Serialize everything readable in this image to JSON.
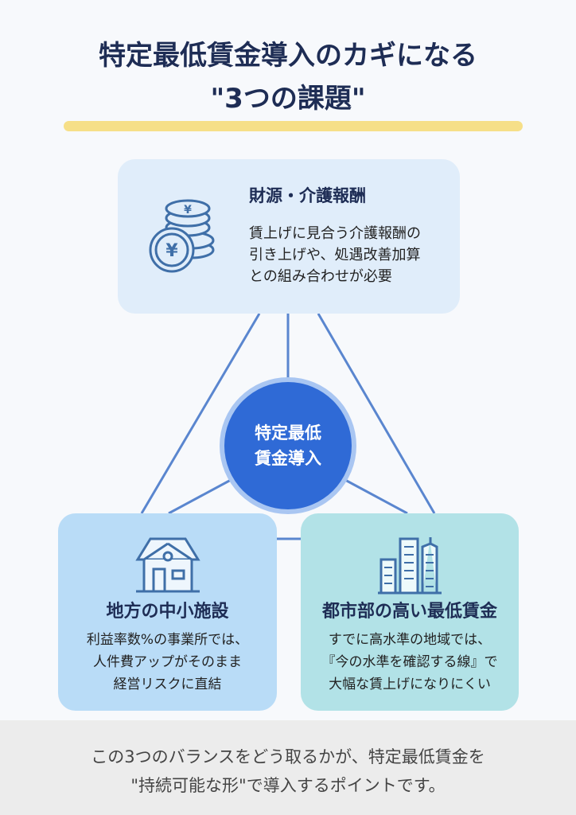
{
  "title": {
    "line1": "特定最低賃金導入のカギになる",
    "line2": "\"3つの課題\""
  },
  "center": {
    "line1": "特定最低",
    "line2": "賃金導入"
  },
  "top_card": {
    "icon": "yen-coins-icon",
    "heading": "財源・介護報酬",
    "lines": [
      "賃上げに見合う介護報酬の",
      "引き上げや、処遇改善加算",
      "との組み合わせが必要"
    ]
  },
  "left_card": {
    "icon": "house-icon",
    "heading": "地方の中小施設",
    "lines": [
      "利益率数%の事業所では、",
      "人件費アップがそのまま",
      "経営リスクに直結"
    ]
  },
  "right_card": {
    "icon": "city-buildings-icon",
    "heading": "都市部の高い最低賃金",
    "lines": [
      "すでに高水準の地域では、",
      "『今の水準を確認する線』で",
      "大幅な賃上げになりにくい"
    ]
  },
  "footer": {
    "line1": "この3つのバランスをどう取るかが、特定最低賃金を",
    "line2": "\"持続可能な形\"で導入するポイントです。"
  },
  "colors": {
    "accent": "#2f6ad6",
    "title": "#1e2d55",
    "highlight": "#f6df88",
    "icon": "#3f6fa8"
  }
}
